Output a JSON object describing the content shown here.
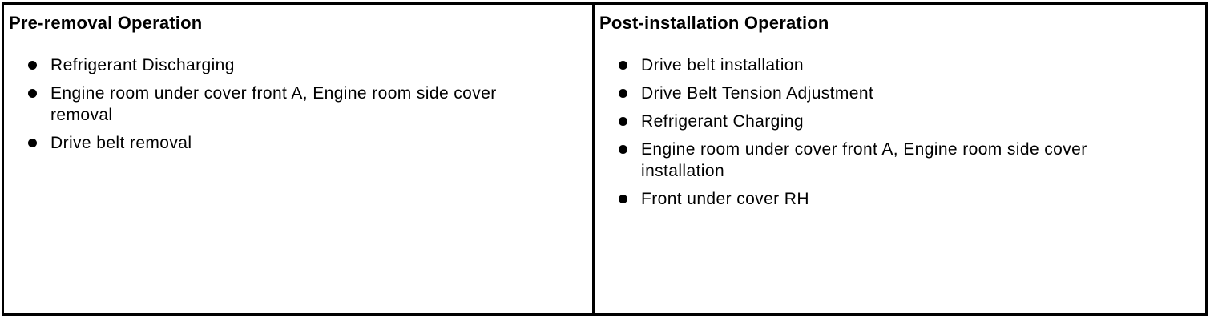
{
  "colors": {
    "border": "#000000",
    "text": "#000000",
    "background": "#ffffff"
  },
  "table": {
    "columns": [
      {
        "header": "Pre-removal Operation",
        "items": [
          "Refrigerant Discharging",
          "Engine room under cover front A, Engine room side cover\nremoval",
          "Drive belt removal"
        ]
      },
      {
        "header": "Post-installation Operation",
        "items": [
          "Drive belt installation",
          "Drive Belt Tension Adjustment",
          "Refrigerant Charging",
          "Engine room under cover front A, Engine room side cover\ninstallation",
          "Front under cover RH"
        ]
      }
    ]
  }
}
